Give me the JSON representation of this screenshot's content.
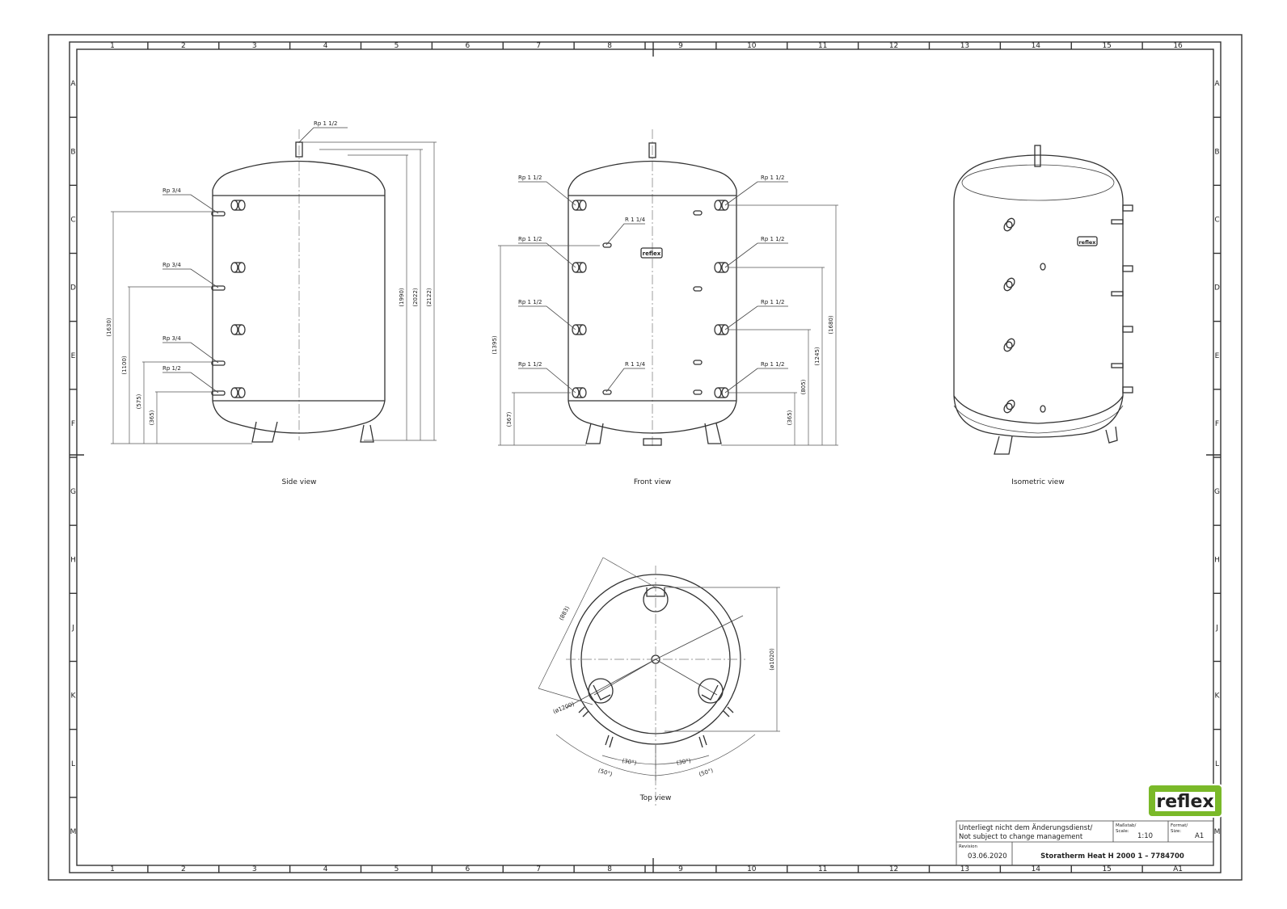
{
  "grid": {
    "columns": [
      "1",
      "2",
      "3",
      "4",
      "5",
      "6",
      "7",
      "8",
      "9",
      "10",
      "11",
      "12",
      "13",
      "14",
      "15",
      "16"
    ],
    "rows": [
      "A",
      "B",
      "C",
      "D",
      "E",
      "F",
      "G",
      "H",
      "J",
      "K",
      "L",
      "M"
    ],
    "sheet_tag": "A1"
  },
  "views": {
    "side": {
      "title": "Side view",
      "connections": [
        "Rp 1 1/2",
        "Rp 3/4",
        "Rp 3/4",
        "Rp 3/4",
        "Rp 1/2"
      ],
      "dimensions": [
        "(1630)",
        "(1100)",
        "(575)",
        "(365)",
        "(1990)",
        "(2022)",
        "(2122)"
      ]
    },
    "front": {
      "title": "Front view",
      "left_connections": [
        "Rp 1 1/2",
        "Rp 1 1/2",
        "Rp 1 1/2",
        "Rp 1 1/2"
      ],
      "inner_connections": [
        "R 1 1/4",
        "R 1 1/4"
      ],
      "right_connections": [
        "Rp 1 1/2",
        "Rp 1 1/2",
        "Rp 1 1/2",
        "Rp 1 1/2"
      ],
      "dimensions": [
        "(1395)",
        "(367)",
        "(1680)",
        "(1245)",
        "(805)",
        "(365)"
      ],
      "badge": "reflex"
    },
    "isometric": {
      "title": "Isometric view",
      "badge": "reflex"
    },
    "top": {
      "title": "Top view",
      "dimensions": [
        "(883)",
        "(ø1200)",
        "(ø1020)",
        "(30°)",
        "(30°)",
        "(50°)",
        "(50°)"
      ]
    }
  },
  "title_block": {
    "logo": "reflex",
    "note_de": "Unterliegt nicht dem Änderungsdienst/",
    "note_en": "Not subject to change management",
    "scale_label_de": "Maßstab/",
    "scale_label_en": "Scale:",
    "scale_value": "1:10",
    "format_label_de": "Format/",
    "format_label_en": "Size:",
    "format_value": "A1",
    "revision_label": "Revision",
    "revision_date": "03.06.2020",
    "drawing_title": "Storatherm Heat H 2000 1 – 7784700"
  },
  "colors": {
    "logo_green": "#7ab929",
    "line": "#333333"
  }
}
